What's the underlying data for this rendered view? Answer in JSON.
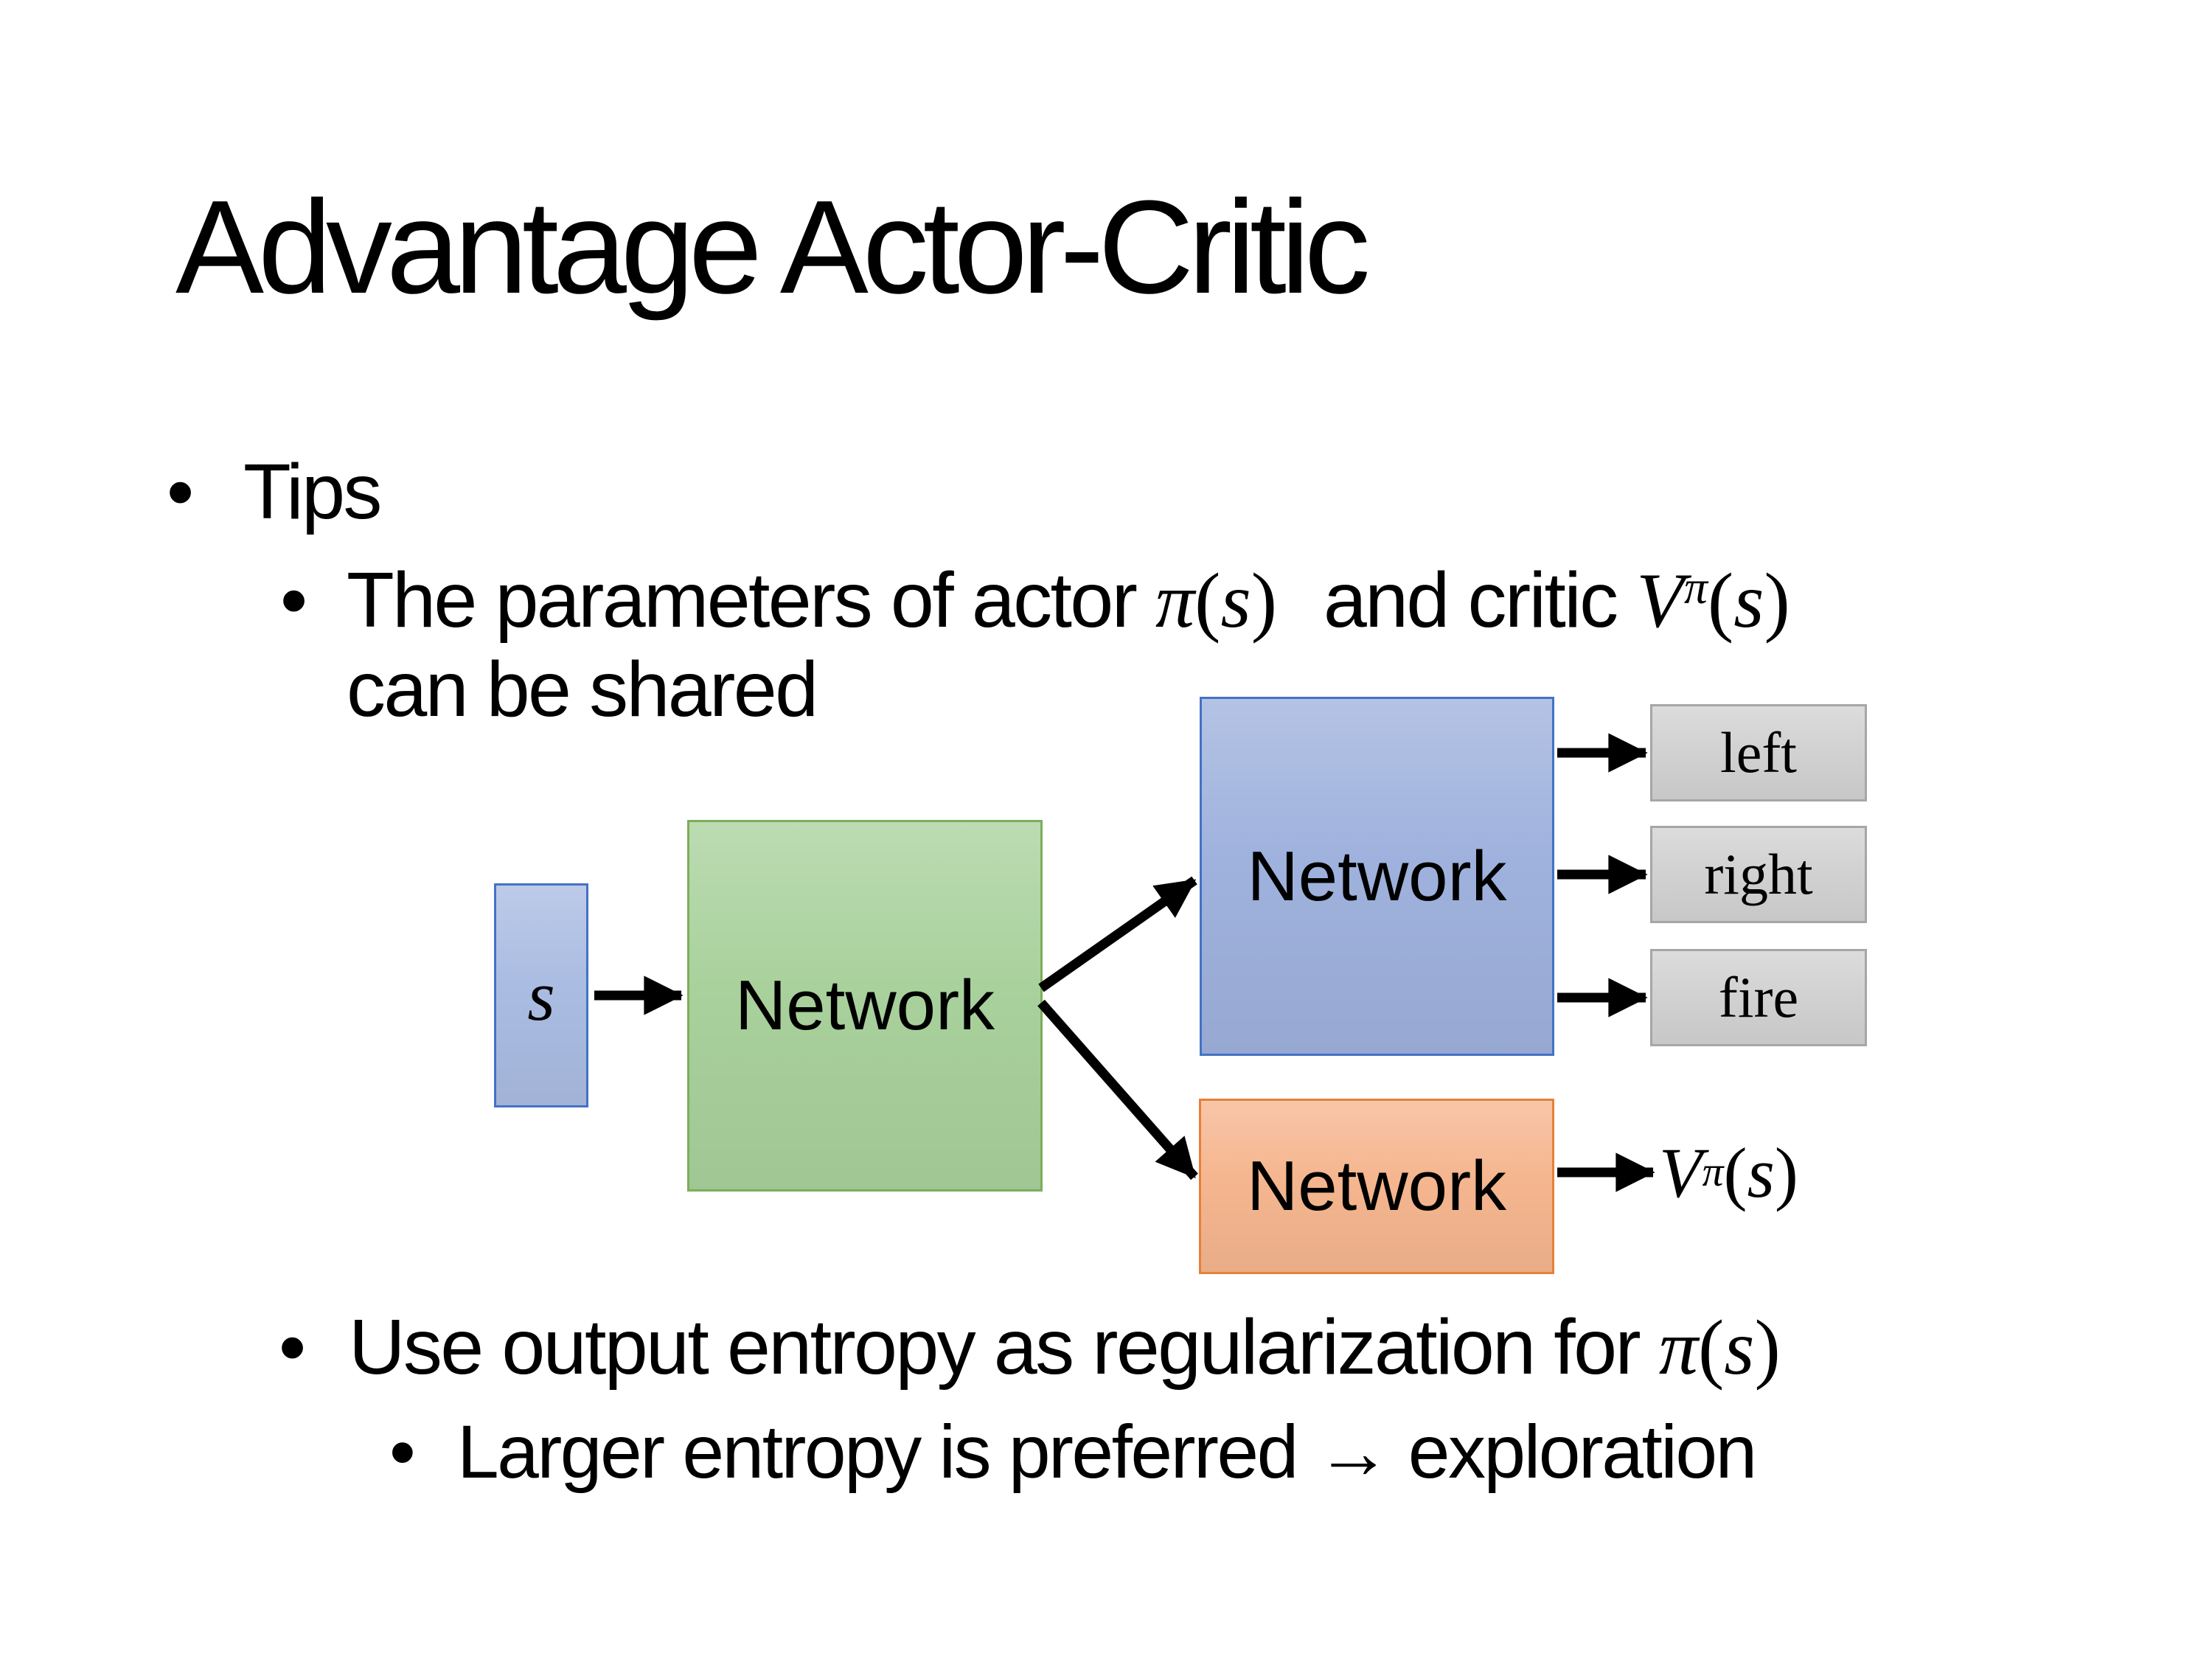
{
  "slide": {
    "title": "Advantage Actor-Critic",
    "bullet_glyph": "•"
  },
  "bullets": {
    "tips": "Tips",
    "param_prefix": "The parameters of actor ",
    "param_mid": " and critic ",
    "param_line2": "can be shared",
    "use_prefix": "Use output entropy as regularization for ",
    "larger_text": "Larger entropy is preferred → exploration"
  },
  "math": {
    "pi": "π",
    "s": "s",
    "V": "V",
    "lparen": "(",
    "rparen": ")"
  },
  "diagram": {
    "state_label": "s",
    "shared_network_label": "Network",
    "actor_network_label": "Network",
    "critic_network_label": "Network",
    "action_left": "left",
    "action_right": "right",
    "action_fire": "fire"
  },
  "colors": {
    "state-fill": "#aabce2",
    "state-border": "#4472c4",
    "shared-fill": "#a9d19c",
    "shared-border": "#7cae5b",
    "actor-fill": "#9fb2dd",
    "actor-border": "#4472c4",
    "critic-fill": "#f5b68f",
    "critic-border": "#e6813a",
    "action-fill": "#d2d2d2",
    "action-border": "#a6a6a6",
    "arrow": "#000000"
  }
}
